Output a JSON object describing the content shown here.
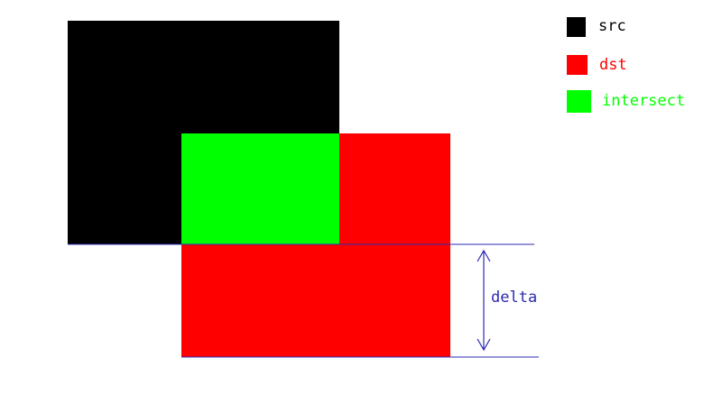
{
  "colors": {
    "src": "#000000",
    "dst": "#ff0000",
    "intersect": "#00ff00",
    "guide": "#2b2bb0",
    "background": "#ffffff"
  },
  "legend": {
    "items": [
      {
        "key": "src",
        "label": "src"
      },
      {
        "key": "dst",
        "label": "dst"
      },
      {
        "key": "intersect",
        "label": "intersect"
      }
    ]
  },
  "annotation": {
    "delta_label": "delta"
  }
}
